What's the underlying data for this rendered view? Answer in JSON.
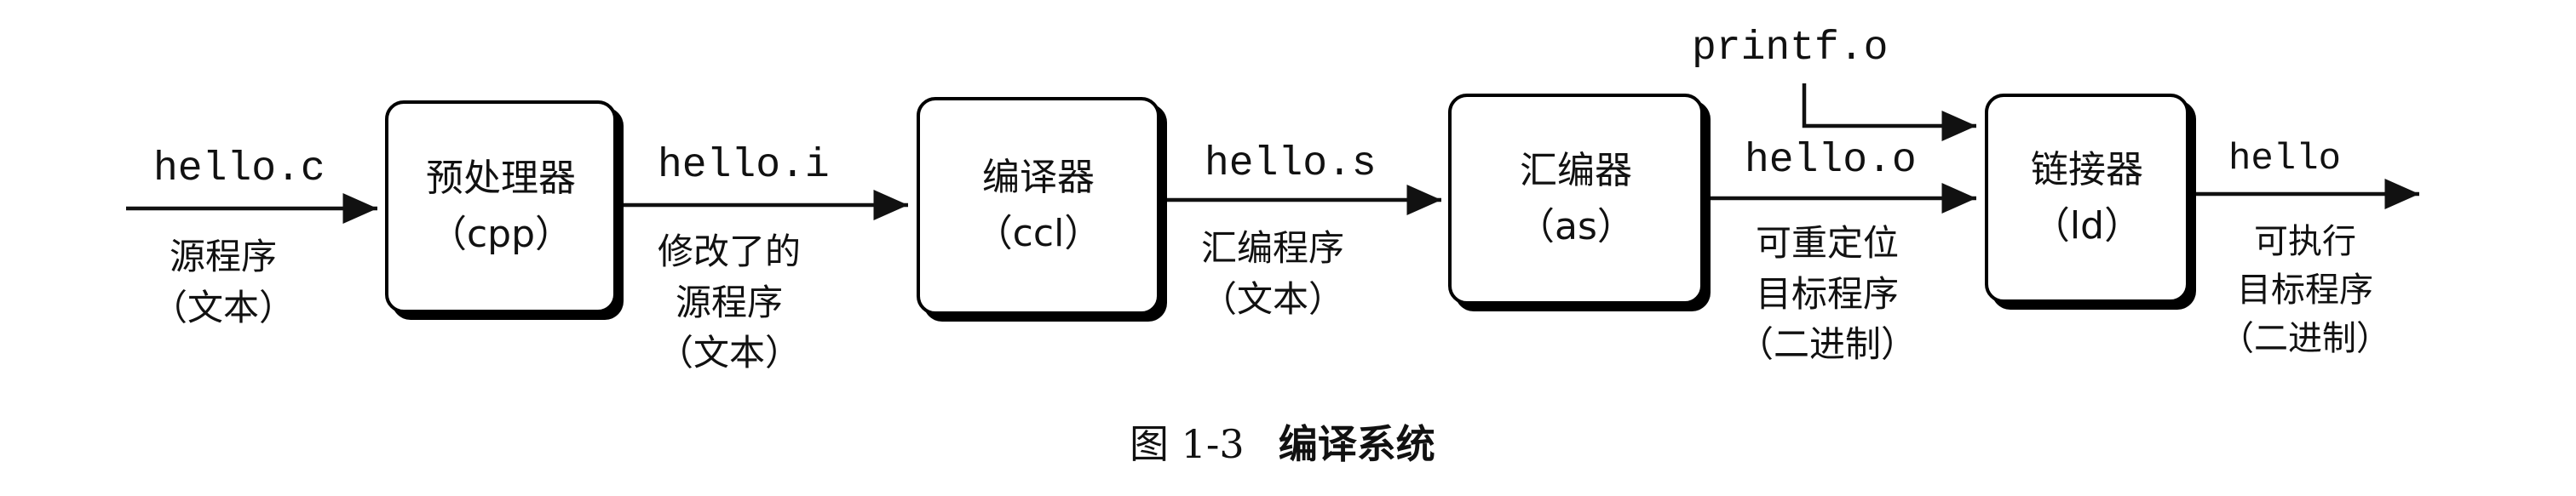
{
  "diagram": {
    "flow": [
      {
        "file": "hello.c",
        "desc": [
          "源程序",
          "（文本）"
        ]
      },
      {
        "box": [
          "预处理器",
          "（cpp）"
        ]
      },
      {
        "file": "hello.i",
        "desc": [
          "修改了的",
          "源程序",
          "（文本）"
        ]
      },
      {
        "box": [
          "编译器",
          "（ccl）"
        ]
      },
      {
        "file": "hello.s",
        "desc": [
          "汇编程序",
          "（文本）"
        ]
      },
      {
        "box": [
          "汇编器",
          "（as）"
        ]
      },
      {
        "file": "hello.o",
        "desc": [
          "可重定位",
          "目标程序",
          "（二进制）"
        ]
      },
      {
        "box": [
          "链接器",
          "（ld）"
        ]
      },
      {
        "file": "hello",
        "desc": [
          "可执行",
          "目标程序",
          "（二进制）"
        ]
      }
    ],
    "extra_input": "printf.o",
    "caption": {
      "number": "图 1-3",
      "title": "编译系统"
    }
  },
  "colors": {
    "ink": "#111111",
    "background": "#ffffff"
  }
}
